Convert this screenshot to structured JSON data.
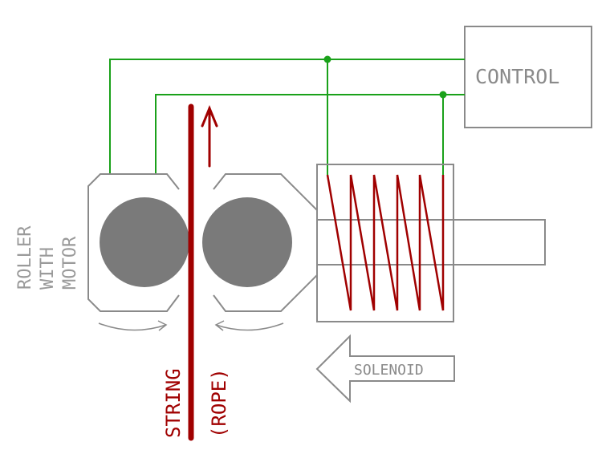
{
  "labels": {
    "control": "CONTROL",
    "roller": [
      "ROLLER",
      "WITH",
      "MOTOR"
    ],
    "string": "STRING",
    "rope": "(ROPE)",
    "solenoid": "SOLENOID"
  },
  "colors": {
    "outline": "#8a8a8a",
    "wire": "#1aa11a",
    "string": "#a00000",
    "roller_fill": "#7a7a7a",
    "background": "#ffffff"
  }
}
